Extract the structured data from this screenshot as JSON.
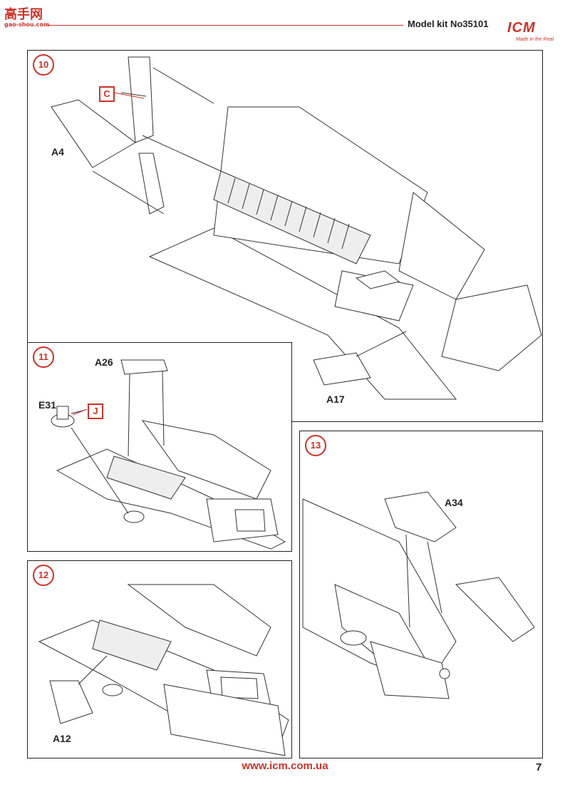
{
  "header": {
    "left_logo": "高手网",
    "left_logo_sub": "gao-shou.com",
    "kit_label": "Model kit No35101",
    "brand": "ICM",
    "brand_tagline": "Made in the Real"
  },
  "steps": [
    {
      "number": "10",
      "parts": [
        "A4",
        "A17"
      ],
      "paint_codes": [
        "C"
      ]
    },
    {
      "number": "11",
      "parts": [
        "A26",
        "E31"
      ],
      "paint_codes": [
        "J"
      ]
    },
    {
      "number": "12",
      "parts": [
        "A12"
      ],
      "paint_codes": []
    },
    {
      "number": "13",
      "parts": [
        "A34"
      ],
      "paint_codes": []
    }
  ],
  "footer": {
    "website": "www.icm.com.ua",
    "page_number": "7"
  },
  "colors": {
    "accent": "#c9332a",
    "line": "#333333"
  }
}
